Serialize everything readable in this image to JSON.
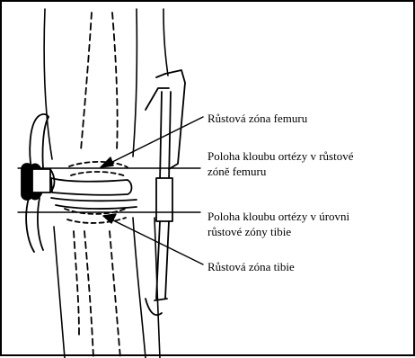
{
  "labels": {
    "femur_growth_zone": "Růstová zóna femuru",
    "orthosis_joint_femur_line1": "Poloha kloubu ortézy v růstové",
    "orthosis_joint_femur_line2": "zóně femuru",
    "orthosis_joint_tibia_line1": "Poloha kloubu ortézy v úrovni",
    "orthosis_joint_tibia_line2": "růstové zóny tibie",
    "tibia_growth_zone": "Růstová zóna tibie"
  },
  "colors": {
    "ink": "#000000",
    "background": "#ffffff"
  }
}
